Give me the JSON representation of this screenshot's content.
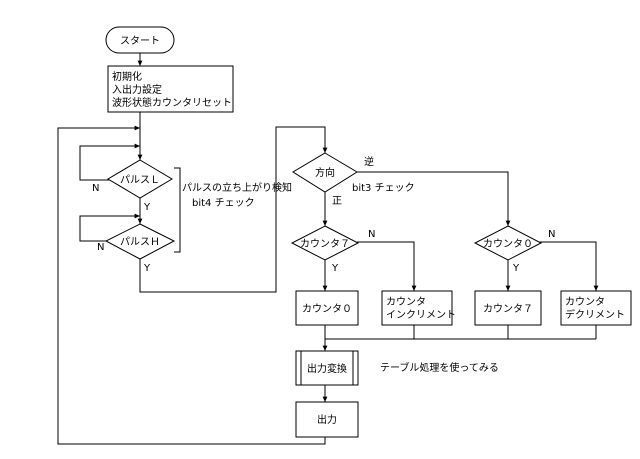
{
  "flowchart": {
    "start": "スタート",
    "init_lines": [
      "初期化",
      "入出力設定",
      "波形状態カウンタリセット"
    ],
    "pulse_low": "パルスＬ",
    "pulse_high": "パルスＨ",
    "edge_note": "パルスの立ち上がり検知",
    "bit4_note": "bit4 チェック",
    "direction": "方向",
    "bit3_note": "bit3 チェック",
    "reverse": "逆",
    "forward": "正",
    "counter7_check": "カウンタ７",
    "counter0_check": "カウンタ０",
    "set_counter0": "カウンタ０",
    "set_counter7": "カウンタ７",
    "increment_lines": [
      "カウンタ",
      "インクリメント"
    ],
    "decrement_lines": [
      "カウンタ",
      "デクリメント"
    ],
    "convert": "出力変換",
    "convert_note": "テーブル処理を使ってみる",
    "output": "出力",
    "yes": "Y",
    "no": "N"
  }
}
